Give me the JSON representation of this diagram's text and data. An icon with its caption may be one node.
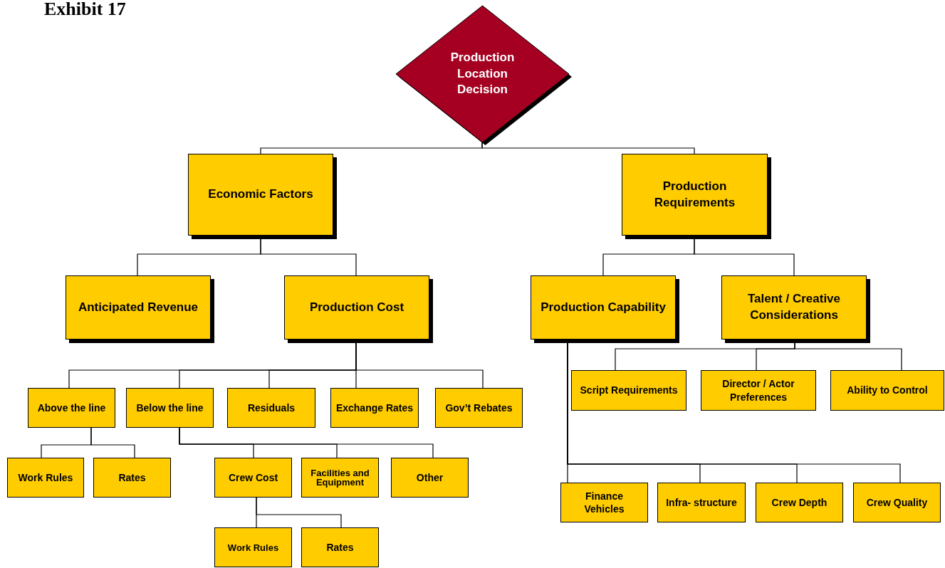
{
  "diagram": {
    "title": "Exhibit 17",
    "nodes": [
      {
        "text": [
          "Production Location Decision"
        ]
      },
      {
        "text": [
          "Economic Factors"
        ]
      },
      {
        "text": [
          "Production Requirements"
        ]
      },
      {
        "text": [
          "Anticipated Revenue"
        ]
      },
      {
        "text": [
          "Production Cost"
        ]
      },
      {
        "text": [
          "Production Capability"
        ]
      },
      {
        "text": [
          "Talent / Creative Considerations"
        ]
      },
      {
        "text": [
          "Above the line"
        ]
      },
      {
        "text": [
          "Below the line"
        ]
      },
      {
        "text": [
          "Residuals"
        ]
      },
      {
        "text": [
          "Exchange Rates"
        ]
      },
      {
        "text": [
          "Gov’t Rebates"
        ]
      },
      {
        "text": [
          "Work Rules"
        ]
      },
      {
        "text": [
          "Rates"
        ]
      },
      {
        "text": [
          "Crew Cost"
        ]
      },
      {
        "text": [
          "Facilities and Equipment"
        ]
      },
      {
        "text": [
          "Other"
        ]
      },
      {
        "text": [
          "Work Rules"
        ]
      },
      {
        "text": [
          "Rates"
        ]
      },
      {
        "text": [
          "Script Requirements"
        ]
      },
      {
        "text": [
          "Director / Actor Preferences"
        ]
      },
      {
        "text": [
          "Ability to Control"
        ]
      },
      {
        "text": [
          "Finance Vehicles"
        ]
      },
      {
        "text": [
          "Infra- structure"
        ]
      },
      {
        "text": [
          "Crew Depth"
        ]
      },
      {
        "text": [
          "Crew Quality"
        ]
      }
    ],
    "edges": [
      {
        "from": 0,
        "to": 1,
        "arrow": "none"
      },
      {
        "from": 0,
        "to": 2,
        "arrow": "none"
      },
      {
        "from": 1,
        "to": 3,
        "arrow": "none"
      },
      {
        "from": 1,
        "to": 4,
        "arrow": "none"
      },
      {
        "from": 2,
        "to": 5,
        "arrow": "none"
      },
      {
        "from": 2,
        "to": 6,
        "arrow": "none"
      },
      {
        "from": 4,
        "to": 7,
        "arrow": "none"
      },
      {
        "from": 4,
        "to": 8,
        "arrow": "none"
      },
      {
        "from": 4,
        "to": 9,
        "arrow": "none"
      },
      {
        "from": 4,
        "to": 10,
        "arrow": "none"
      },
      {
        "from": 4,
        "to": 11,
        "arrow": "none"
      },
      {
        "from": 7,
        "to": 12,
        "arrow": "none"
      },
      {
        "from": 7,
        "to": 13,
        "arrow": "none"
      },
      {
        "from": 8,
        "to": 14,
        "arrow": "none"
      },
      {
        "from": 8,
        "to": 15,
        "arrow": "none"
      },
      {
        "from": 8,
        "to": 16,
        "arrow": "none"
      },
      {
        "from": 14,
        "to": 17,
        "arrow": "none"
      },
      {
        "from": 14,
        "to": 18,
        "arrow": "none"
      },
      {
        "from": 6,
        "to": 19,
        "arrow": "none"
      },
      {
        "from": 6,
        "to": 20,
        "arrow": "none"
      },
      {
        "from": 6,
        "to": 21,
        "arrow": "none"
      },
      {
        "from": 5,
        "to": 22,
        "arrow": "none"
      },
      {
        "from": 5,
        "to": 23,
        "arrow": "none"
      },
      {
        "from": 5,
        "to": 24,
        "arrow": "none"
      },
      {
        "from": 5,
        "to": 25,
        "arrow": "none"
      }
    ]
  }
}
